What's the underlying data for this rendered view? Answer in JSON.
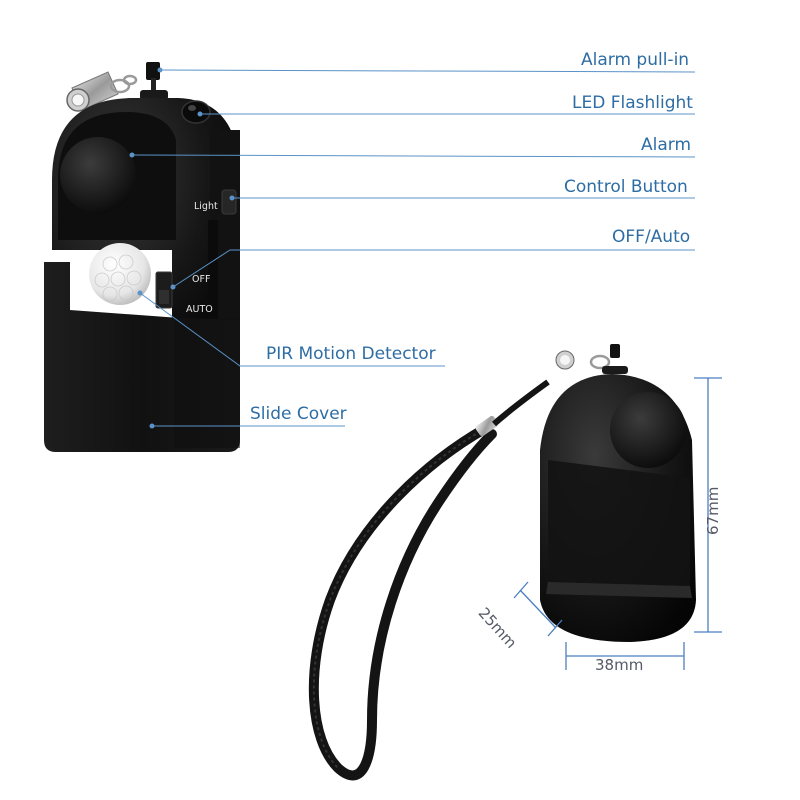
{
  "callouts": {
    "alarm_pull_in": "Alarm pull-in",
    "led_flashlight": "LED Flashlight",
    "alarm": "Alarm",
    "control_button": "Control Button",
    "off_auto": "OFF/Auto",
    "pir_motion_detector": "PIR Motion Detector",
    "slide_cover": "Slide Cover"
  },
  "device_markings": {
    "light": "Light",
    "off": "OFF",
    "auto": "AUTO"
  },
  "dimensions": {
    "height": "67mm",
    "width": "38mm",
    "depth": "25mm"
  },
  "colors": {
    "callout_text": "#2e6da4",
    "callout_line": "#5b93c9",
    "dimension_line": "#4a7fbf",
    "device_body": "#161616"
  }
}
